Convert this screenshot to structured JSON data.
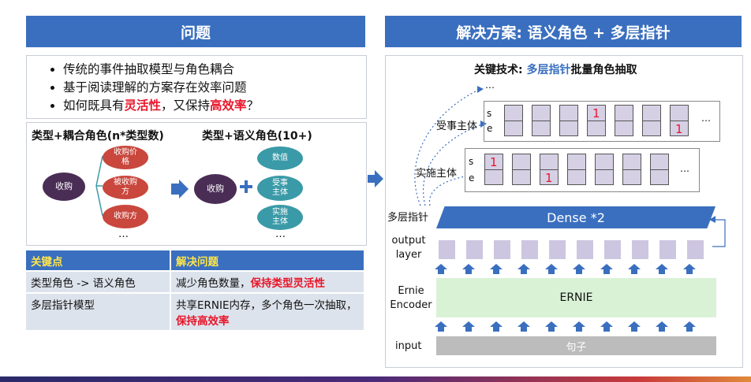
{
  "left": {
    "header": "问题",
    "bullets": [
      {
        "pre": "传统的事件抽取模型与角色耦合",
        "red": "",
        "mid": "",
        "red2": "",
        "post": ""
      },
      {
        "pre": "基于阅读理解的方案存在效率问题",
        "red": "",
        "mid": "",
        "red2": "",
        "post": ""
      },
      {
        "pre": "如何既具有",
        "red": "灵活性",
        "mid": "，又保持",
        "red2": "高效率",
        "post": "？"
      }
    ],
    "diagram": {
      "left_title": "类型+耦合角色(n*类型数)",
      "right_title": "类型+语义角色(10+)",
      "left_center": "收购",
      "left_roles": [
        "收购价格",
        "被收购方",
        "收购方"
      ],
      "ellipsis": "…",
      "right_center": "收购",
      "plus": "+",
      "right_roles": [
        "数值",
        "受事主体",
        "实施主体"
      ]
    },
    "table": {
      "headers": [
        "关键点",
        "解决问题"
      ],
      "rows": [
        {
          "key": "类型角色 -> 语义角色",
          "pre": "减少角色数量，",
          "red": "保持类型灵活性"
        },
        {
          "key": "多层指针模型",
          "pre": "共享ERNIE内存，多个角色一次抽取，",
          "red": "保持高效率"
        }
      ]
    }
  },
  "right": {
    "header": "解决方案: 语义角色 + 多层指针",
    "tech_pre": "关键技术: ",
    "tech_blue": "多层指针",
    "tech_post": "批量角色抽取",
    "top_ellipsis": "…",
    "row1_label": "受事主体",
    "row2_label": "实施主体",
    "s_label": "s",
    "e_label": "e",
    "one_label": "1",
    "grid_ellipsis": "…",
    "pointer_label": "多层指针",
    "dense": "Dense *2",
    "output_label": "output layer",
    "encoder_label": "Ernie Encoder",
    "ernie": "ERNIE",
    "input_label": "input",
    "input_text": "句子"
  },
  "colors": {
    "accent": "#3a6fbf",
    "red": "#e8162b",
    "ernie_bg": "#d9f2d6",
    "dense_bg": "#3a6fbf"
  }
}
